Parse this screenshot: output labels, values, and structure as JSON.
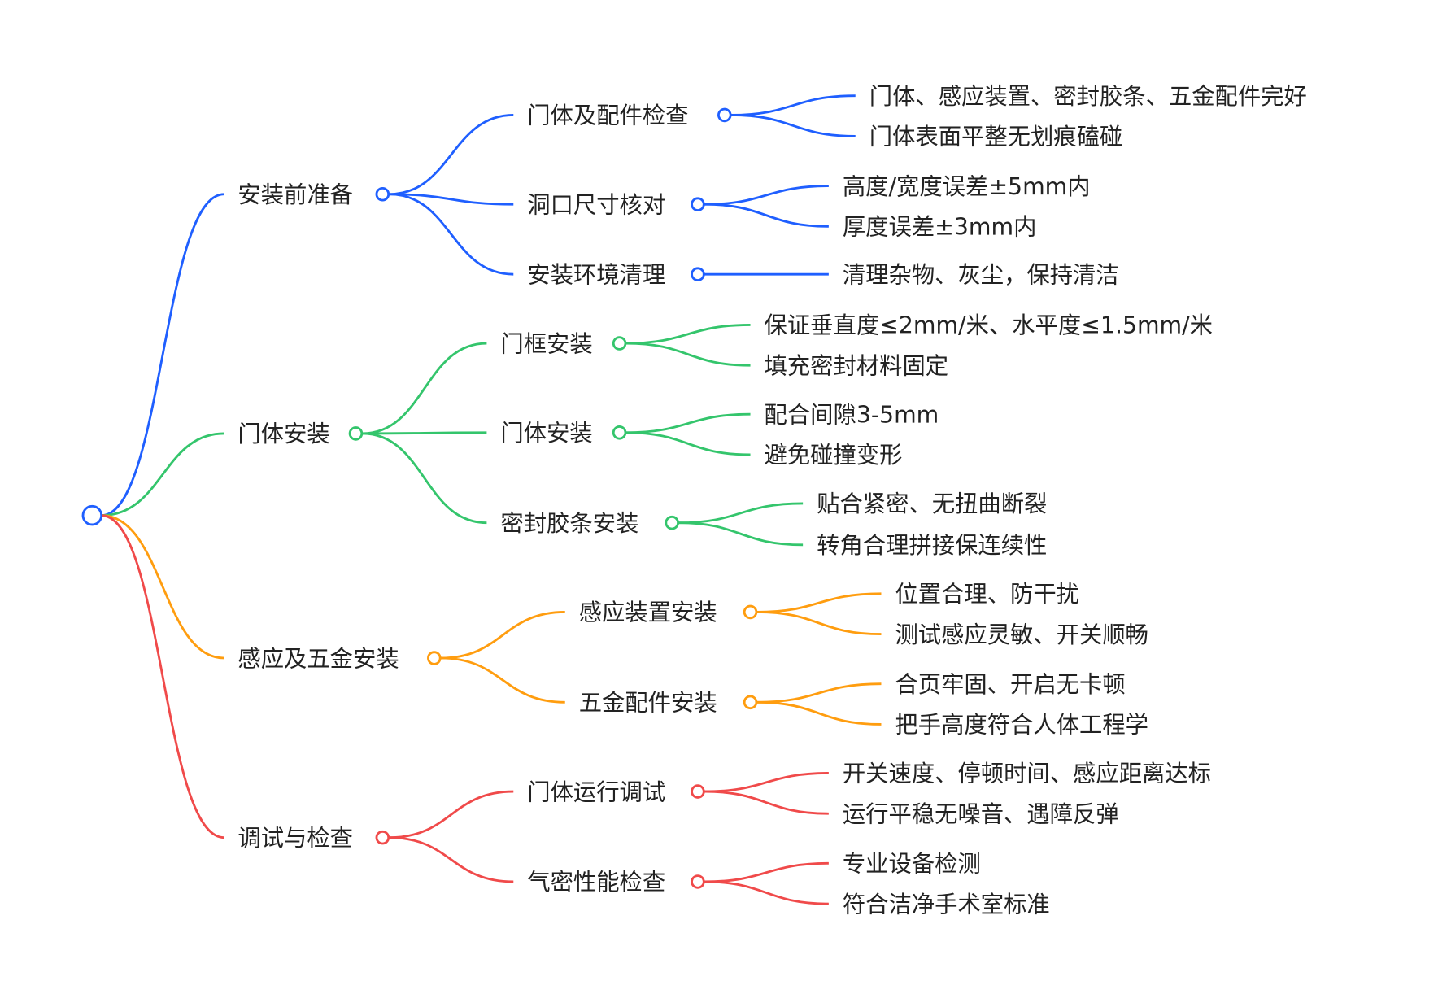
{
  "colors": {
    "blue": "#1f5fff",
    "green": "#34c56c",
    "orange": "#ff9d0f",
    "red": "#f04a4a"
  },
  "mindmap": {
    "branches": [
      {
        "label": "安装前准备",
        "color": "blue",
        "children": [
          {
            "label": "门体及配件检查",
            "children": [
              "门体、感应装置、密封胶条、五金配件完好",
              "门体表面平整无划痕磕碰"
            ]
          },
          {
            "label": "洞口尺寸核对",
            "children": [
              "高度/宽度误差±5mm内",
              "厚度误差±3mm内"
            ]
          },
          {
            "label": "安装环境清理",
            "children": [
              "清理杂物、灰尘，保持清洁"
            ]
          }
        ]
      },
      {
        "label": "门体安装",
        "color": "green",
        "children": [
          {
            "label": "门框安装",
            "children": [
              "保证垂直度≤2mm/米、水平度≤1.5mm/米",
              "填充密封材料固定"
            ]
          },
          {
            "label": "门体安装",
            "children": [
              "配合间隙3-5mm",
              "避免碰撞变形"
            ]
          },
          {
            "label": "密封胶条安装",
            "children": [
              "贴合紧密、无扭曲断裂",
              "转角合理拼接保连续性"
            ]
          }
        ]
      },
      {
        "label": "感应及五金安装",
        "color": "orange",
        "children": [
          {
            "label": "感应装置安装",
            "children": [
              "位置合理、防干扰",
              "测试感应灵敏、开关顺畅"
            ]
          },
          {
            "label": "五金配件安装",
            "children": [
              "合页牢固、开启无卡顿",
              "把手高度符合人体工程学"
            ]
          }
        ]
      },
      {
        "label": "调试与检查",
        "color": "red",
        "children": [
          {
            "label": "门体运行调试",
            "children": [
              "开关速度、停顿时间、感应距离达标",
              "运行平稳无噪音、遇障反弹"
            ]
          },
          {
            "label": "气密性能检查",
            "children": [
              "专业设备检测",
              "符合洁净手术室标准"
            ]
          }
        ]
      }
    ]
  }
}
